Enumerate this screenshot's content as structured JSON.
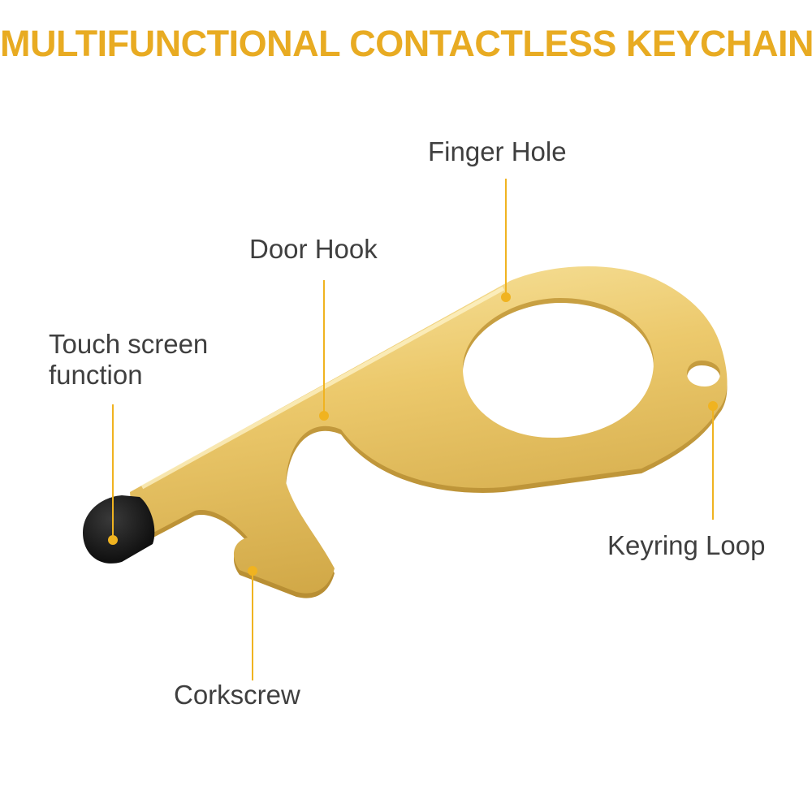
{
  "title": "MULTIFUNCTIONAL CONTACTLESS KEYCHAIN",
  "labels": {
    "finger_hole": "Finger Hole",
    "door_hook": "Door Hook",
    "touch_line1": "Touch screen",
    "touch_line2": "function",
    "keyring_loop": "Keyring Loop",
    "corkscrew": "Corkscrew"
  },
  "colors": {
    "title": "#e8ab22",
    "callout": "#f0b320",
    "label_text": "#3f3f3f",
    "brass_light": "#f6de8e",
    "brass_mid": "#e6c266",
    "brass_dark": "#c9a03f",
    "stylus_tip": "#111111"
  }
}
